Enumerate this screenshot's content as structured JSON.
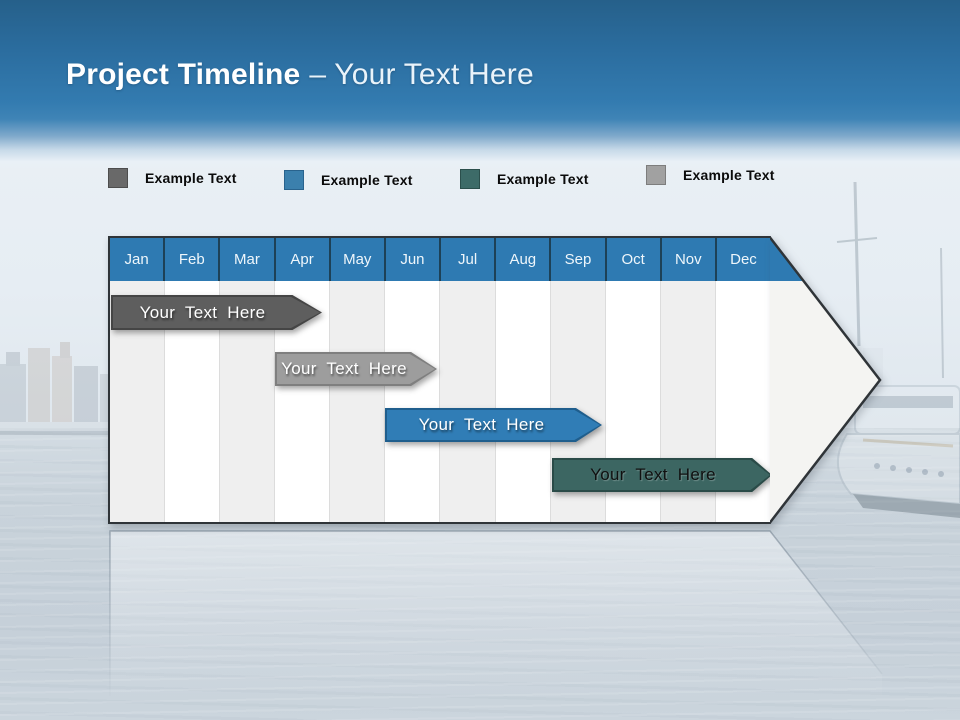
{
  "slide": {
    "title_bold": "Project Timeline",
    "title_rest": "– Your Text Here"
  },
  "legend": {
    "items": [
      {
        "label": "Example Text",
        "swatch_color": "#696969"
      },
      {
        "label": "Example Text",
        "swatch_color": "#3b80ad"
      },
      {
        "label": "Example Text",
        "swatch_color": "#3d6b68"
      },
      {
        "label": "Example Text",
        "swatch_color": "#a1a1a1"
      }
    ]
  },
  "timeline": {
    "type": "gantt",
    "months": [
      "Jan",
      "Feb",
      "Mar",
      "Apr",
      "May",
      "Jun",
      "Jul",
      "Aug",
      "Sep",
      "Oct",
      "Nov",
      "Dec"
    ],
    "header_color": "#2e7ab2",
    "bars": [
      {
        "label": "Your Text Here",
        "color": "#5e5e5e",
        "text_color": "#ffffff",
        "start_month": "Jan",
        "end_month": "Apr"
      },
      {
        "label": "Your Text Here",
        "color": "#9d9d9d",
        "text_color": "#ffffff",
        "start_month": "Apr",
        "end_month": "Jun"
      },
      {
        "label": "Your Text Here",
        "color": "#307db6",
        "text_color": "#ffffff",
        "start_month": "Jun",
        "end_month": "Oct"
      },
      {
        "label": "Your Text Here",
        "color": "#3c6662",
        "text_color": "#111111",
        "start_month": "Sep",
        "end_month": "Dec"
      }
    ]
  }
}
